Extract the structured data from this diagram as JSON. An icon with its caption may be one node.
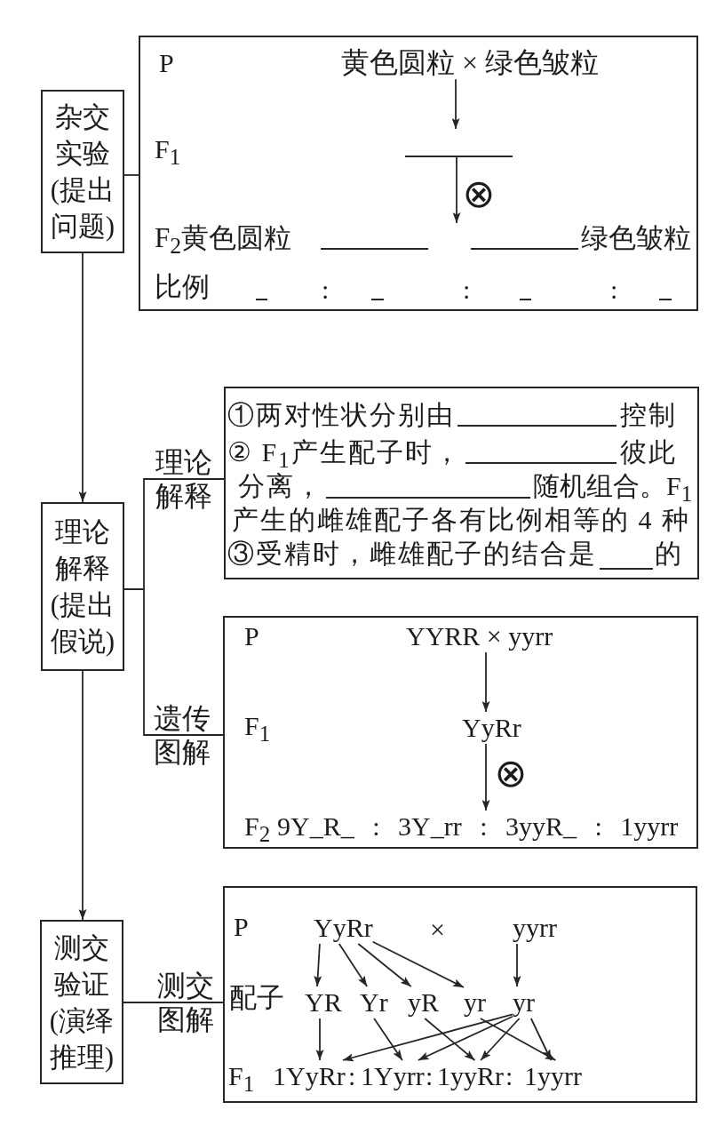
{
  "diagram": {
    "nodes": [
      {
        "text": [
          "杂交实验(提出问题)"
        ]
      },
      {
        "text": [
          "P",
          "F$_{1}$",
          "F$_{2}$黄色圆粒",
          "绿色皱粒",
          "比例",
          ":",
          ":",
          ":"
        ]
      },
      {
        "text": [
          "黄色圆粒 × 绿色皱粒"
        ],
        "in": 1
      },
      {
        "text": [],
        "shape": "line",
        "in": 1
      },
      {
        "text": [
          "理论解释(提出假说)"
        ]
      },
      {
        "text": [
          "①两对性状分别由",
          "控制",
          "② F$_{1}$产生配子时，",
          "彼此",
          "分离，",
          "随机组合。F$_{1}$",
          "产生的雌雄配子各有比例相等的 4 种",
          "③受精时，雌雄配子的结合是",
          "的"
        ]
      },
      {
        "text": [
          "P",
          "F$_{1}$",
          "F$_{2}$"
        ]
      },
      {
        "text": [
          "YYRR × yyrr"
        ],
        "in": 6
      },
      {
        "text": [
          "YyRr"
        ],
        "in": 6
      },
      {
        "text": [
          "9Y_R_ : 3Y_rr : 3yyR_ : 1yyrr"
        ],
        "in": 6
      },
      {
        "text": [
          "测交验证(演绎推理)"
        ]
      },
      {
        "text": [
          "P",
          "×",
          "配子",
          "F$_{1}$",
          ":",
          ":",
          ":"
        ]
      },
      {
        "text": [
          "YyRr"
        ],
        "in": 11
      },
      {
        "text": [
          "yyrr"
        ],
        "in": 11
      },
      {
        "text": [
          "YR"
        ],
        "in": 11
      },
      {
        "text": [
          "Yr"
        ],
        "in": 11
      },
      {
        "text": [
          "yR"
        ],
        "in": 11
      },
      {
        "text": [
          "yr"
        ],
        "in": 11
      },
      {
        "text": [
          "yr"
        ],
        "in": 11
      },
      {
        "text": [
          "1YyRr"
        ],
        "in": 11
      },
      {
        "text": [
          "1Yyrr"
        ],
        "in": 11
      },
      {
        "text": [
          "1yyRr"
        ],
        "in": 11
      },
      {
        "text": [
          "1yyrr"
        ],
        "in": 11
      }
    ],
    "edges": [
      {
        "from": 0,
        "to": 1,
        "arrow": "none"
      },
      {
        "from": 2,
        "to": 3,
        "arrow": "to"
      },
      {
        "from": 3,
        "to": null,
        "arrow": "to",
        "label": "⊗"
      },
      {
        "from": 0,
        "to": 4,
        "arrow": "to"
      },
      {
        "from": 4,
        "to": 5,
        "arrow": "none",
        "label": "理论解释"
      },
      {
        "from": 4,
        "to": 6,
        "arrow": "none",
        "label": "遗传图解"
      },
      {
        "from": 7,
        "to": 8,
        "arrow": "to"
      },
      {
        "from": 8,
        "to": 9,
        "arrow": "to",
        "label": "⊗"
      },
      {
        "from": 4,
        "to": 10,
        "arrow": "to"
      },
      {
        "from": 10,
        "to": 11,
        "arrow": "none",
        "label": "测交图解"
      },
      {
        "from": 12,
        "to": 14,
        "arrow": "to"
      },
      {
        "from": 12,
        "to": 15,
        "arrow": "to"
      },
      {
        "from": 12,
        "to": 16,
        "arrow": "to"
      },
      {
        "from": 12,
        "to": 17,
        "arrow": "to"
      },
      {
        "from": 13,
        "to": 18,
        "arrow": "to"
      },
      {
        "from": 14,
        "to": 19,
        "arrow": "to"
      },
      {
        "from": 15,
        "to": 20,
        "arrow": "to"
      },
      {
        "from": 16,
        "to": 21,
        "arrow": "to"
      },
      {
        "from": 17,
        "to": 22,
        "arrow": "to"
      },
      {
        "from": 18,
        "to": 19,
        "arrow": "to"
      },
      {
        "from": 18,
        "to": 20,
        "arrow": "to"
      },
      {
        "from": 18,
        "to": 21,
        "arrow": "to"
      },
      {
        "from": 18,
        "to": 22,
        "arrow": "to"
      }
    ]
  }
}
